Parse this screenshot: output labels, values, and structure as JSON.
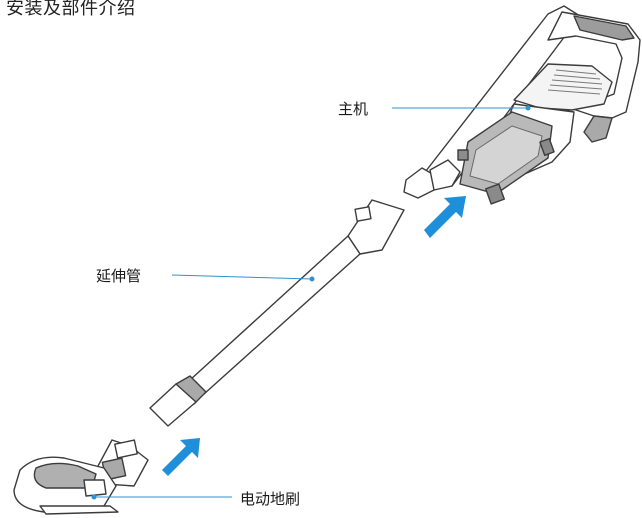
{
  "title": "安装及部件介绍",
  "labels": {
    "main_unit": "主机",
    "extension_tube": "延伸管",
    "floor_brush": "电动地刷"
  },
  "colors": {
    "callout_line": "#2a93d5",
    "arrow": "#1e8fd8",
    "outline": "#3c3c3c",
    "gray_part": "#a9a9a9"
  }
}
